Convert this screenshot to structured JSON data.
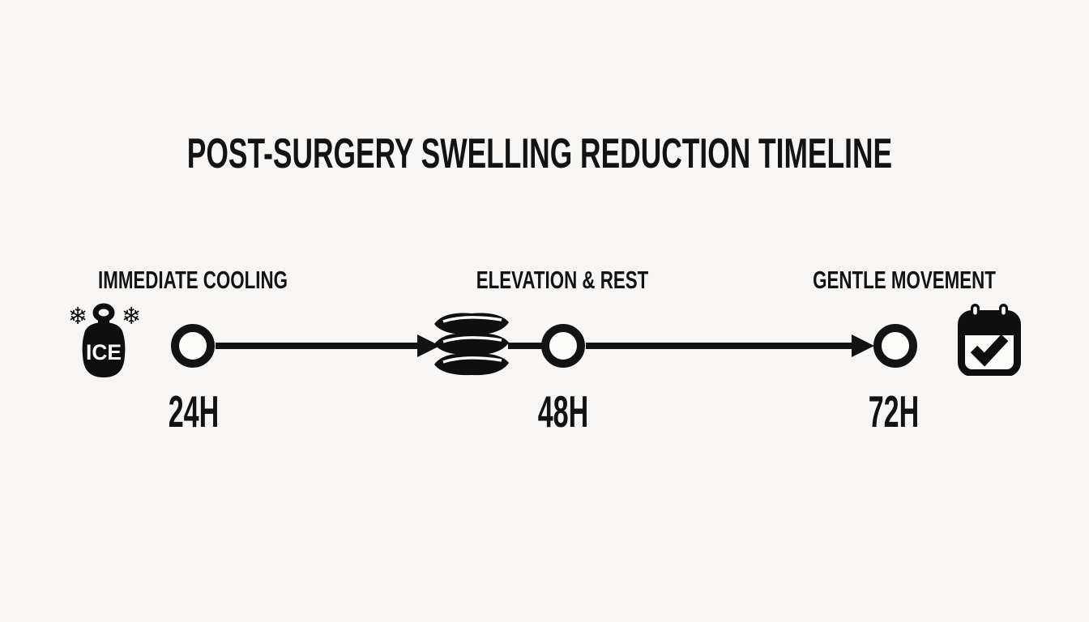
{
  "colors": {
    "background": "#f7f6f4",
    "ink": "#131313",
    "paper": "#fbfbfa"
  },
  "title": "POST-SURGERY SWELLING REDUCTION TIMELINE",
  "glyphs": {
    "snowflake": "❄"
  },
  "timeline": {
    "direction": "left-to-right",
    "ice_pack_text": "ICE",
    "stages": [
      {
        "label": "IMMEDIATE COOLING",
        "time": "24H",
        "icon": "ice-pack"
      },
      {
        "label": "ELEVATION & REST",
        "time": "48H",
        "icon": "pillow-stack"
      },
      {
        "label": "GENTLE MOVEMENT",
        "time": "72H",
        "icon": "calendar-check"
      }
    ]
  }
}
